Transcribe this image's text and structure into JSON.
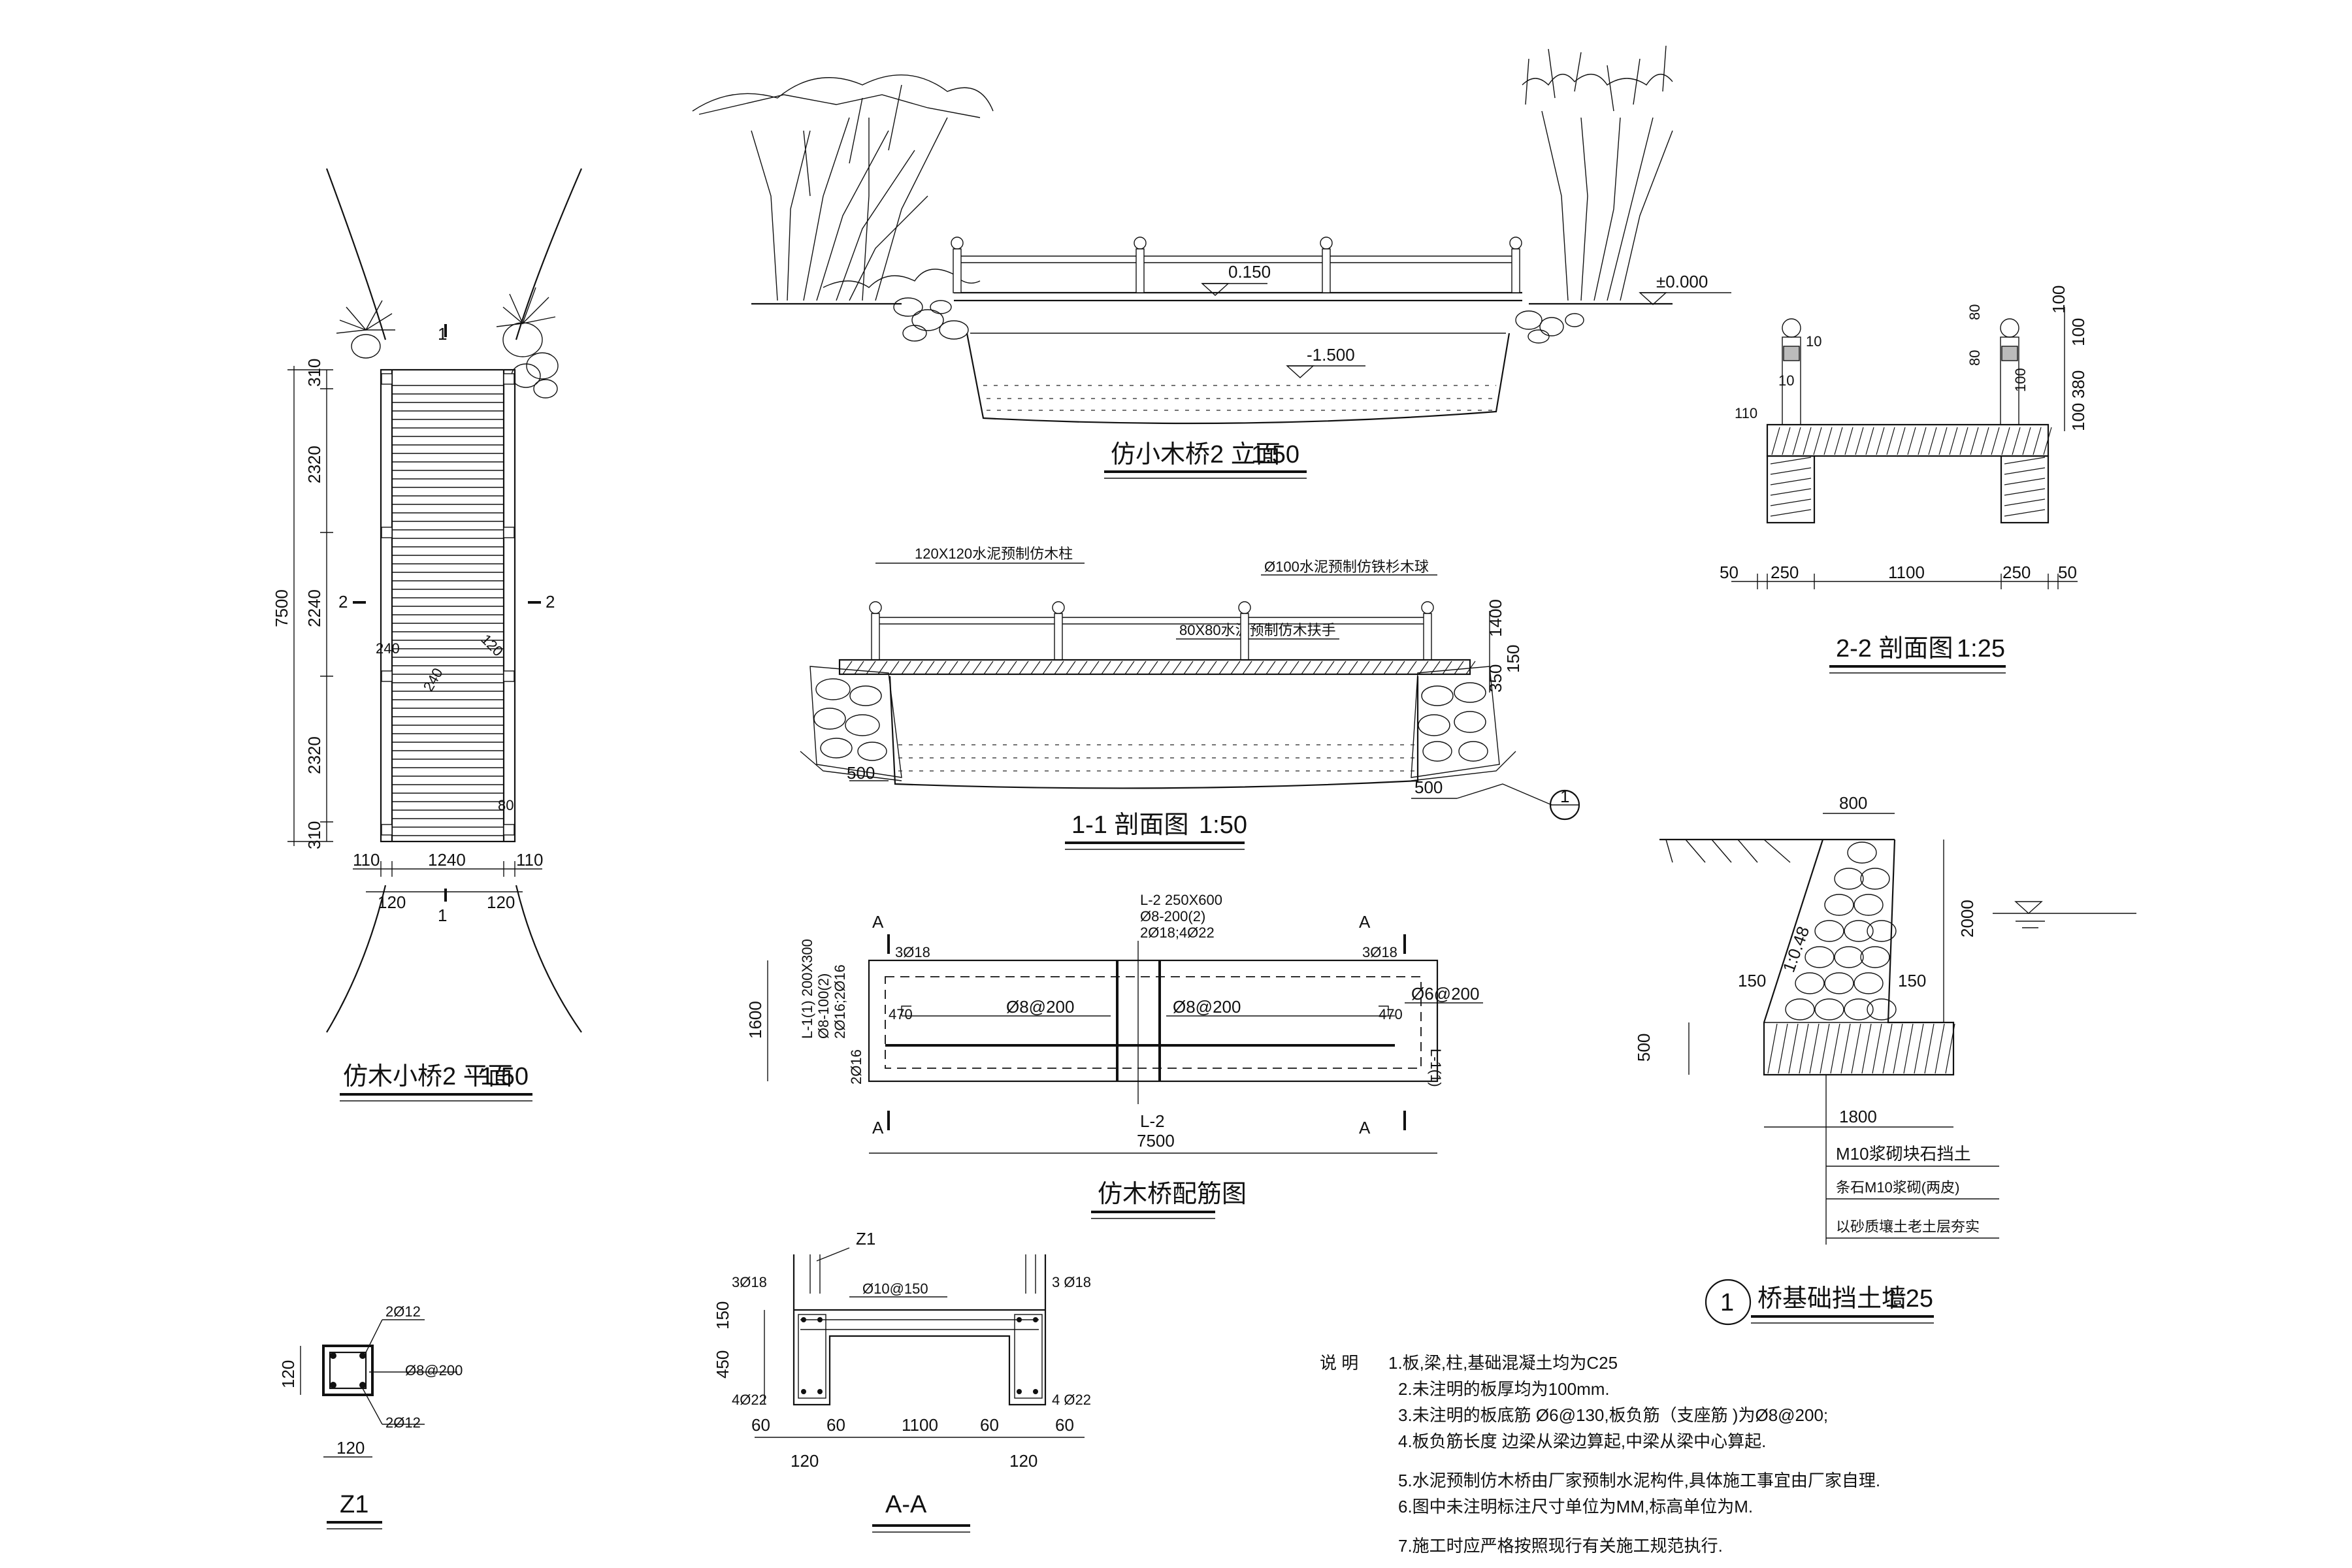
{
  "titles": {
    "plan": "仿木小桥2 平面",
    "plan_scale": "1:50",
    "elevation": "仿小木桥2 立面",
    "elevation_scale": "1:50",
    "section11": "1-1 剖面图",
    "section11_scale": "1:50",
    "section22": "2-2 剖面图",
    "section22_scale": "1:25",
    "rebar": "仿木桥配筋图",
    "z1": "Z1",
    "aa": "A-A",
    "wall": "桥基础挡土墙",
    "wall_scale": "1:25",
    "wall_marker": "1"
  },
  "plan": {
    "section_mark_1": "1",
    "section_mark_2": "2",
    "length_total": "7500",
    "segments": [
      "310",
      "2320",
      "2240",
      "2320",
      "310"
    ],
    "width_parts": [
      "110",
      "1240",
      "110"
    ],
    "post_offsets": [
      "120",
      "120"
    ],
    "label_240": "240",
    "label_240b": "240",
    "label_120": "120",
    "label_80": "80"
  },
  "elevation": {
    "level_deck": "0.150",
    "level_ground": "±0.000",
    "level_water": "-1.500"
  },
  "section11": {
    "post_label": "120X120水泥预制仿木柱",
    "ball_label": "Ø100水泥预制仿铁杉木球",
    "rail_label": "80X80水泥预制仿木扶手",
    "dim_1400": "1400",
    "dim_150": "150",
    "dim_350": "350",
    "dim_500_left": "500",
    "dim_500_right": "500",
    "detail_ref": "1"
  },
  "section22": {
    "dims_bottom": [
      "50",
      "250",
      "1100",
      "250",
      "50"
    ],
    "dims_right": [
      "100",
      "100",
      "380",
      "100"
    ],
    "dim_80a": "80",
    "dim_80b": "80",
    "dim_10a": "10",
    "dim_10b": "10",
    "dim_110": "110",
    "dim_100": "100"
  },
  "rebar": {
    "beam_label": "L-2  250X600",
    "beam_stirrup": "Ø8-200(2)",
    "beam_bars": "2Ø18;4Ø22",
    "beam_bottom": "L-2",
    "cut_a": "A",
    "left_top_bar": "3Ø18",
    "right_top_bar": "3Ø18",
    "left_beam": "L-1(1) 200X300",
    "left_stirrup": "Ø8-100(2)",
    "left_bars": "2Ø16;2Ø16",
    "bottom_bar": "2Ø16",
    "dim_470_left": "470",
    "dim_470_right": "470",
    "mesh_left": "Ø8@200",
    "mesh_right": "Ø8@200",
    "dist_bar": "Ø6@200",
    "right_beam": "L-1(1)",
    "width": "1600",
    "length": "7500"
  },
  "z1": {
    "top_bars": "2Ø12",
    "stirrup": "Ø8@200",
    "bottom_bars": "2Ø12",
    "size_v": "120",
    "size_h": "120"
  },
  "aa": {
    "col_label": "Z1",
    "slab_bar": "Ø10@150",
    "left_top": "3Ø18",
    "right_top": "3 Ø18",
    "left_bottom": "4Ø22",
    "right_bottom": "4 Ø22",
    "dim_150": "150",
    "dim_450": "450",
    "dims_bottom": [
      "60",
      "60",
      "1100",
      "60",
      "60"
    ],
    "dims_lower": [
      "120",
      "120"
    ]
  },
  "wall": {
    "dim_top": "800",
    "dim_height": "2000",
    "slope": "1:0.48",
    "dim_150_left": "150",
    "dim_150_right": "150",
    "dim_500": "500",
    "dim_bottom": "1800",
    "legend": [
      "M10浆砌块石挡土",
      "条石M10浆砌(两皮)",
      "以砂质壤土老土层夯实"
    ]
  },
  "notes": {
    "heading": "说  明",
    "items": [
      "1.板,梁,柱,基础混凝土均为C25",
      "2.未注明的板厚均为100mm.",
      "3.未注明的板底筋    Ø6@130,板负筋（支座筋  )为Ø8@200;",
      "4.板负筋长度   边梁从梁边算起,中梁从梁中心算起.",
      "5.水泥预制仿木桥由厂家预制水泥构件,具体施工事宜由厂家自理.",
      "6.图中未注明标注尺寸单位为MM,标高单位为M.",
      "7.施工时应严格按照现行有关施工规范执行."
    ]
  }
}
